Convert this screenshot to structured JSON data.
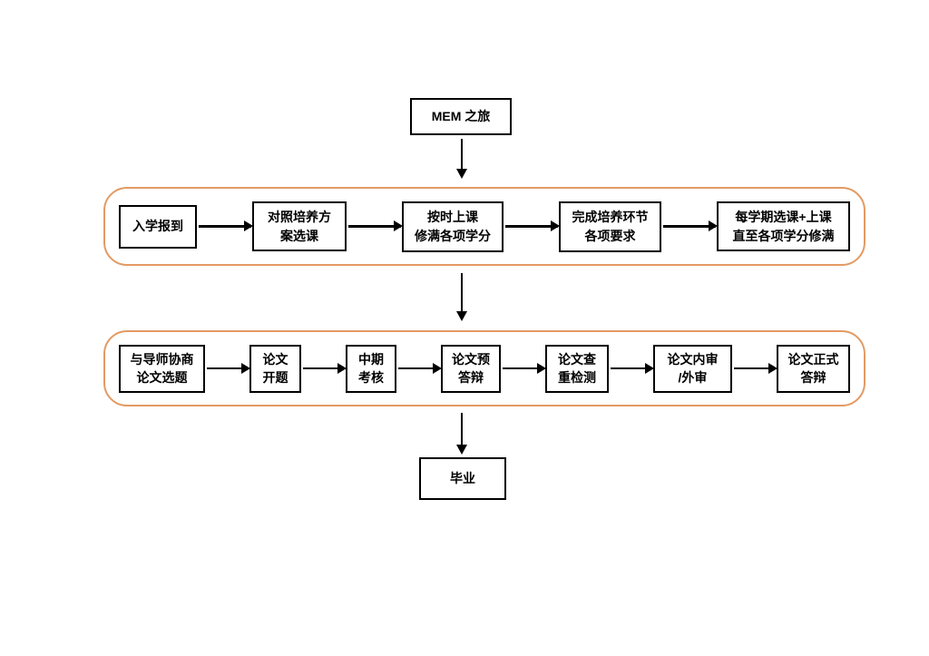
{
  "flow": {
    "start": {
      "label": "MEM 之旅"
    },
    "stage1": {
      "steps": [
        {
          "label": "入学报到"
        },
        {
          "label": "对照培养方\n案选课"
        },
        {
          "label": "按时上课\n修满各项学分"
        },
        {
          "label": "完成培养环节\n各项要求"
        },
        {
          "label": "每学期选课+上课\n直至各项学分修满"
        }
      ]
    },
    "stage2": {
      "steps": [
        {
          "label": "与导师协商\n论文选题"
        },
        {
          "label": "论文\n开题"
        },
        {
          "label": "中期\n考核"
        },
        {
          "label": "论文预\n答辩"
        },
        {
          "label": "论文查\n重检测"
        },
        {
          "label": "论文内审\n/外审"
        },
        {
          "label": "论文正式\n答辩"
        }
      ]
    },
    "end": {
      "label": "毕业"
    }
  },
  "colors": {
    "stage_container_border": "#e39a63",
    "node_border": "#000000",
    "arrow": "#000000",
    "background": "#ffffff",
    "text": "#000000"
  }
}
